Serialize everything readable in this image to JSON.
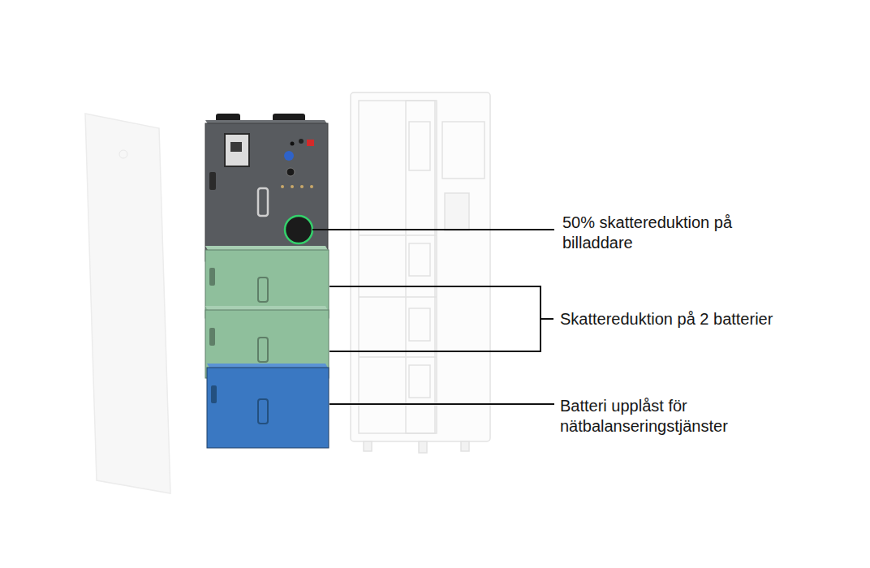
{
  "diagram": {
    "labels": [
      "50% skattereduktion på billaddare",
      "Skattereduktion på 2 batterier",
      "Batteri upplåst för nätbalanseringstjänster"
    ]
  }
}
